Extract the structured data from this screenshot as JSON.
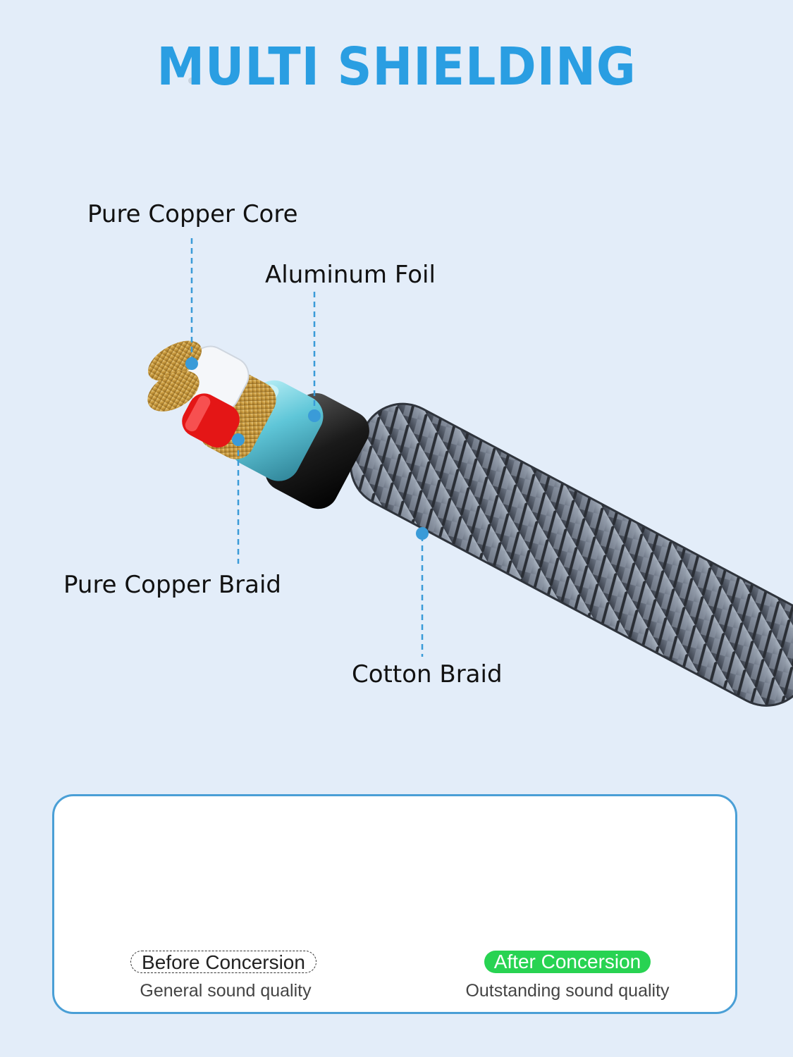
{
  "header": {
    "title": "MULTI SHIELDING"
  },
  "labels": {
    "core": "Pure Copper Core",
    "foil": "Aluminum Foil",
    "braid": "Pure Copper Braid",
    "cotton": "Cotton Braid"
  },
  "comparison": {
    "before": {
      "title": "Before Concersion",
      "subtitle": "General sound quality"
    },
    "after": {
      "title": "After Concersion",
      "subtitle": "Outstanding sound quality"
    }
  },
  "colors": {
    "accent": "#2a9ee2",
    "background": "#e3edf9",
    "wave": "#37aee3",
    "after_badge": "#28d352",
    "panel_border": "#4a9fd6"
  },
  "icons": [
    "cable-illustration",
    "marker-dot",
    "waveform"
  ]
}
